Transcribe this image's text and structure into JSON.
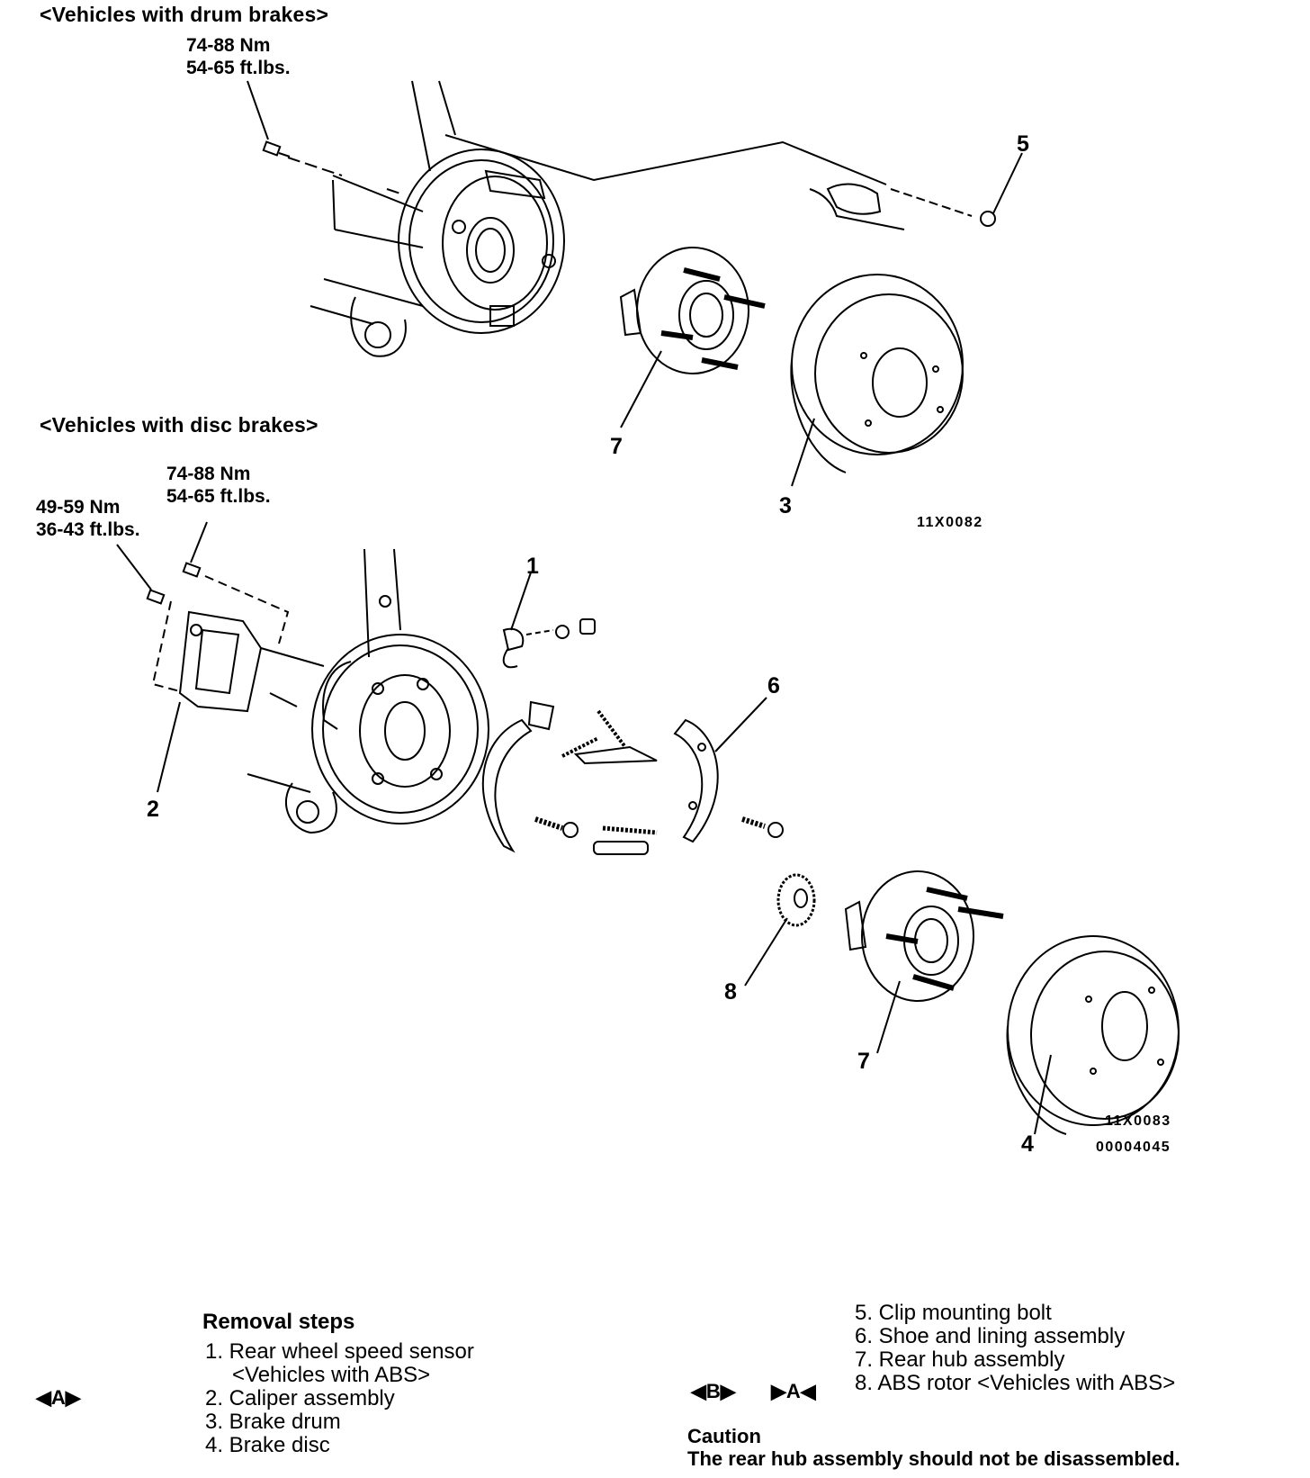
{
  "drum_section": {
    "title": "<Vehicles with drum brakes>",
    "torque_nm": "74-88 Nm",
    "torque_ftlb": "54-65 ft.lbs.",
    "callouts": [
      "5",
      "7",
      "3"
    ],
    "figure_code": "11X0082"
  },
  "disc_section": {
    "title": "<Vehicles with disc brakes>",
    "torque_a_nm": "74-88 Nm",
    "torque_a_ftlb": "54-65 ft.lbs.",
    "torque_b_nm": "49-59 Nm",
    "torque_b_ftlb": "36-43 ft.lbs.",
    "callouts": [
      "1",
      "2",
      "6",
      "8",
      "7",
      "4"
    ],
    "figure_code": "11X0083",
    "doc_code": "00004045"
  },
  "removal": {
    "title": "Removal steps",
    "left_steps": [
      "1. Rear wheel speed sensor",
      "<Vehicles with ABS>",
      "2. Caliper assembly",
      "3. Brake drum",
      "4. Brake disc"
    ],
    "right_steps": [
      "5. Clip mounting bolt",
      "6. Shoe and lining assembly",
      "7. Rear hub assembly",
      "8. ABS rotor <Vehicles with ABS>"
    ],
    "marker_left": "◀A▶",
    "marker_right_b": "◀B▶",
    "marker_right_a": "▶A◀"
  },
  "caution": {
    "title": "Caution",
    "text": "The rear hub assembly should not be disassembled."
  }
}
